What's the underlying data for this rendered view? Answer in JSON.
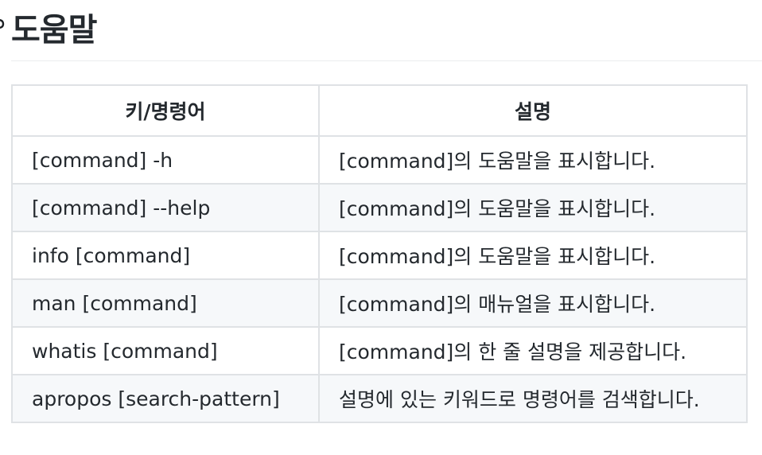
{
  "heading": {
    "title": "도움말",
    "anchor_icon": "link-icon"
  },
  "table": {
    "headers": [
      "키/명령어",
      "설명"
    ],
    "rows": [
      {
        "key": "[command] -h",
        "desc": "[command]의 도움말을 표시합니다."
      },
      {
        "key": "[command] --help",
        "desc": "[command]의 도움말을 표시합니다."
      },
      {
        "key": "info [command]",
        "desc": "[command]의 도움말을 표시합니다."
      },
      {
        "key": "man [command]",
        "desc": "[command]의 매뉴얼을 표시합니다."
      },
      {
        "key": "whatis [command]",
        "desc": "[command]의 한 줄 설명을 제공합니다."
      },
      {
        "key": "apropos [search-pattern]",
        "desc": "설명에 있는 키워드로 명령어를 검색합니다."
      }
    ]
  }
}
